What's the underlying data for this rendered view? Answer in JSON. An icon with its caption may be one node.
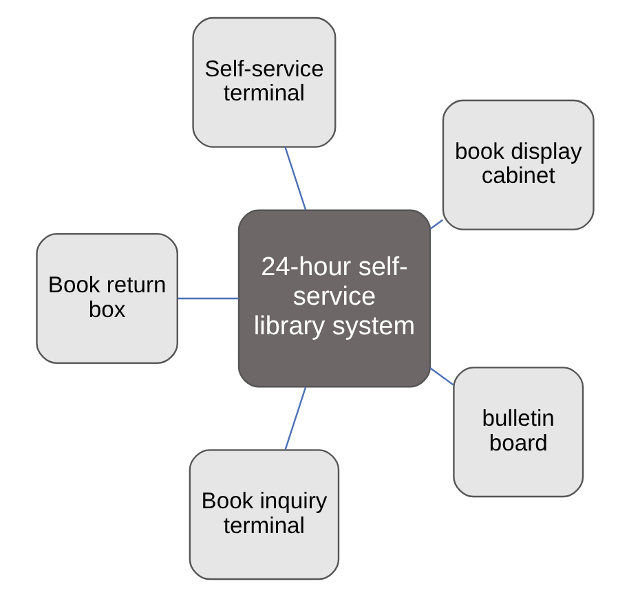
{
  "diagram": {
    "nodes": [
      {
        "text": [
          "book display cabinet"
        ]
      },
      {
        "text": [
          "Self-service terminal"
        ]
      },
      {
        "text": [
          "24-hour self-service library system"
        ]
      },
      {
        "text": [
          "Book return box"
        ]
      },
      {
        "text": [
          "Book inquiry terminal"
        ]
      },
      {
        "text": [
          "bulletin board"
        ]
      }
    ],
    "edges": [
      {
        "from": 2,
        "to": 0,
        "arrow": "none"
      },
      {
        "from": 2,
        "to": 1,
        "arrow": "none"
      },
      {
        "from": 2,
        "to": 3,
        "arrow": "none"
      },
      {
        "from": 2,
        "to": 4,
        "arrow": "none"
      },
      {
        "from": 2,
        "to": 5,
        "arrow": "none"
      }
    ]
  }
}
